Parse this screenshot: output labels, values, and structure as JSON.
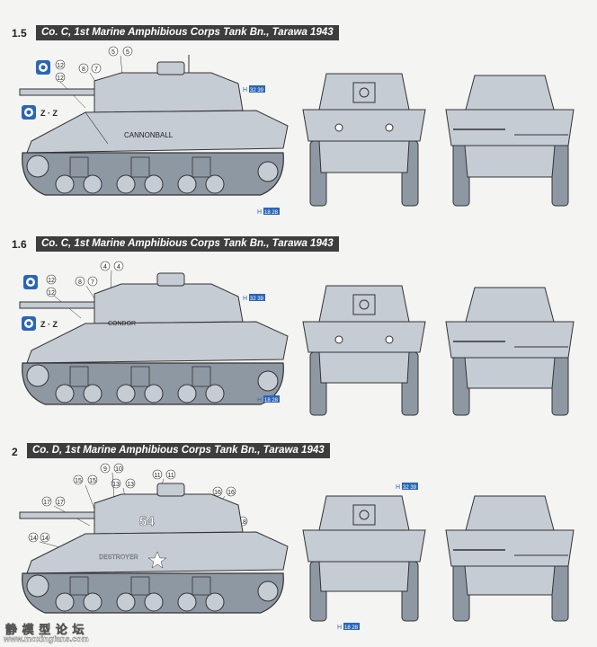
{
  "sections": [
    {
      "num": "1.5",
      "title": "Co. C, 1st Marine Amphibious Corps Tank Bn., Tarawa 1943",
      "hull_name": "CANNONBALL",
      "callouts": {
        "c1": "12",
        "c2": "12",
        "c3": "8",
        "c4": "7",
        "c5": "5",
        "c6": "5",
        "zz": "Z · Z"
      },
      "h_top": "H",
      "h_top_codes": "32 39",
      "h_bot": "H",
      "h_bot_codes": "18 28"
    },
    {
      "num": "1.6",
      "title": "Co. C, 1st Marine Amphibious Corps Tank Bn., Tarawa 1943",
      "hull_name": "CONDOR",
      "callouts": {
        "c1": "12",
        "c2": "12",
        "c3": "8",
        "c4": "7",
        "c5": "4",
        "c6": "4",
        "zz": "Z · Z"
      },
      "h_top": "H",
      "h_top_codes": "32 39",
      "h_bot": "H",
      "h_bot_codes": "18 28"
    },
    {
      "num": "2",
      "title": "Co. D, 1st Marine Amphibious Corps Tank Bn., Tarawa 1943",
      "hull_name": "DESTROYER",
      "turret_number": "54",
      "callouts": {
        "c1": "15",
        "c2": "15",
        "c3": "9",
        "c4": "10",
        "c5": "13",
        "c6": "13",
        "c7": "11",
        "c8": "11",
        "c9": "17",
        "c10": "17",
        "c11": "16",
        "c12": "16",
        "c13": "14",
        "c14": "14",
        "c15": "18",
        "c16": "18"
      },
      "h_top": "H",
      "h_top_codes": "32 39",
      "h_bot": "H",
      "h_bot_codes": "18 28"
    }
  ],
  "watermark": "静 模 型 论 坛",
  "watermark_url": "www.moxingfans.com",
  "colors": {
    "tank": "#c5ccd4",
    "tank_dark": "#8e98a3",
    "line": "#333",
    "banner": "#3d3d3d",
    "decal_blue": "#2a66b8"
  }
}
